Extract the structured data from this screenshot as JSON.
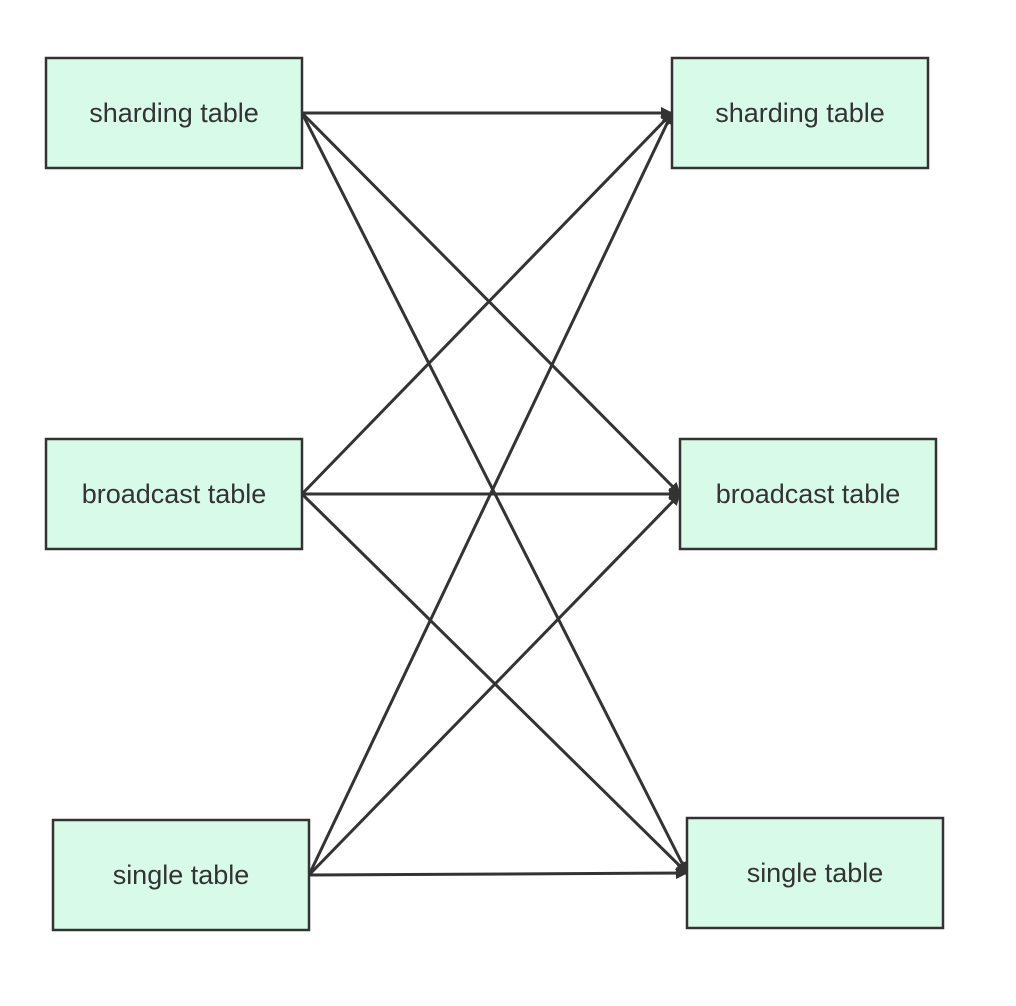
{
  "style": {
    "node_fill": "#d7fbe8",
    "node_stroke": "#333333",
    "text_color": "#333333",
    "edge_color": "#333333"
  },
  "nodes": {
    "left": [
      {
        "id": "l-sharding",
        "label": "sharding table"
      },
      {
        "id": "l-broadcast",
        "label": "broadcast table"
      },
      {
        "id": "l-single",
        "label": "single table"
      }
    ],
    "right": [
      {
        "id": "r-sharding",
        "label": "sharding table"
      },
      {
        "id": "r-broadcast",
        "label": "broadcast table"
      },
      {
        "id": "r-single",
        "label": "single table"
      }
    ]
  },
  "edges": [
    {
      "from": "l-sharding",
      "to": "r-sharding"
    },
    {
      "from": "l-sharding",
      "to": "r-broadcast"
    },
    {
      "from": "l-sharding",
      "to": "r-single"
    },
    {
      "from": "l-broadcast",
      "to": "r-sharding"
    },
    {
      "from": "l-broadcast",
      "to": "r-broadcast"
    },
    {
      "from": "l-broadcast",
      "to": "r-single"
    },
    {
      "from": "l-single",
      "to": "r-sharding"
    },
    {
      "from": "l-single",
      "to": "r-broadcast"
    },
    {
      "from": "l-single",
      "to": "r-single"
    }
  ]
}
